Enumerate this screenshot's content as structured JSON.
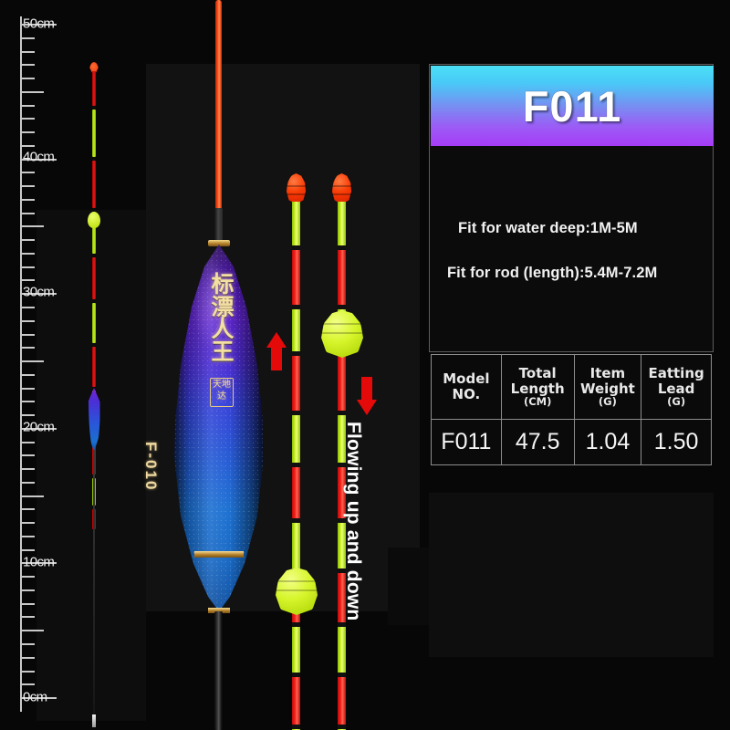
{
  "product": {
    "model_code": "F011",
    "brand_text": "标漂人王",
    "seal_text": "天地达",
    "body_code": "F-010"
  },
  "panel": {
    "banner_code": "F011",
    "spec_lines": [
      "Fit for water deep:1M-5M",
      "Fit for rod (length):5.4M-7.2M"
    ],
    "table": {
      "headers": [
        {
          "title": "Model",
          "title2": "NO.",
          "unit": ""
        },
        {
          "title": "Total",
          "title2": "Length",
          "unit": "(CM)"
        },
        {
          "title": "Item",
          "title2": "Weight",
          "unit": "(G)"
        },
        {
          "title": "Eatting",
          "title2": "Lead",
          "unit": "(G)"
        }
      ],
      "row": [
        "F011",
        "47.5",
        "1.04",
        "1.50"
      ]
    }
  },
  "annotations": {
    "flowing_caption": "Flowing up and down",
    "arrow_up": "up-arrow",
    "arrow_down": "down-arrow"
  },
  "ruler": {
    "labels": [
      "50cm",
      "40cm",
      "30cm",
      "20cm",
      "10cm",
      "0cm"
    ],
    "unit": "cm"
  },
  "colors": {
    "banner_top": "#4ae0f6",
    "banner_bottom": "#a63cf7",
    "antenna_red": "#ff2b21",
    "antenna_green": "#dcff3a",
    "arrow_red": "#e50a0a",
    "body_purple": "#5b21c9",
    "body_blue": "#1a6fd2",
    "gold_ring": "#f7dd97",
    "background": "#070707"
  }
}
